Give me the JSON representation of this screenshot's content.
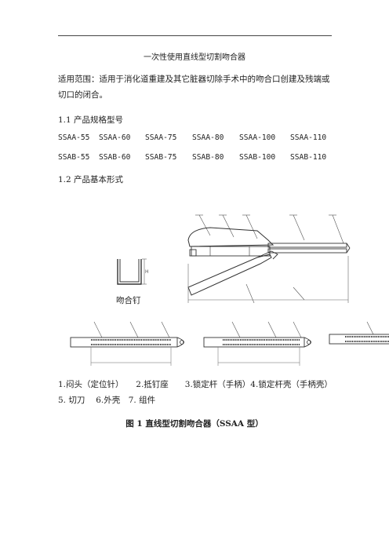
{
  "doc": {
    "title": "一次性使用直线型切割吻合器",
    "scope": "适用范围：适用于消化道重建及其它脏器切除手术中的吻合口创建及残端或切口的闭合。",
    "section_1_1": "1.1 产品规格型号",
    "models_row1": [
      "SSAA-55",
      "SSAA-60",
      "SSAA-75",
      "SSAA-80",
      "SSAA-100",
      "SSAA-110"
    ],
    "models_row2": [
      "SSAB-55",
      "SSAB-60",
      "SSAB-75",
      "SSAB-80",
      "SSAB-100",
      "SSAB-110"
    ],
    "section_1_2": "1.2 产品基本形式",
    "staple_label": "吻合钉",
    "parts_list": "1.闷头（定位针）　　2.抵钉座　　3.锁定杆（手柄）4.锁定杆壳（手柄壳）　5. 切刀　 6.外壳　7. 组件",
    "caption": "图 1 直线型切割吻合器（SSAA 型）"
  }
}
